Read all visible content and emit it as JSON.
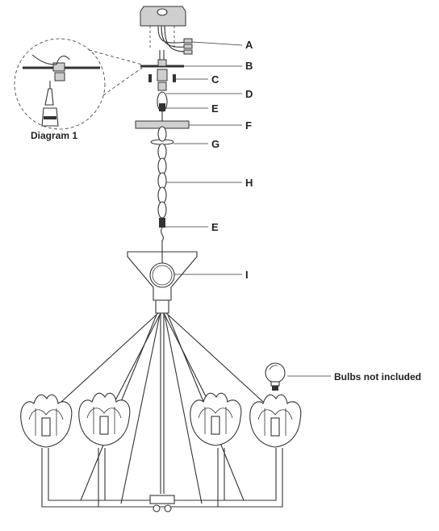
{
  "labels": {
    "A": "A",
    "B": "B",
    "C": "C",
    "D": "D",
    "E1": "E",
    "F": "F",
    "G": "G",
    "H": "H",
    "E2": "E",
    "I": "I"
  },
  "diagram1_caption": "Diagram 1",
  "bulbs_note": "Bulbs not included",
  "colors": {
    "line": "#333333",
    "background": "#ffffff"
  }
}
